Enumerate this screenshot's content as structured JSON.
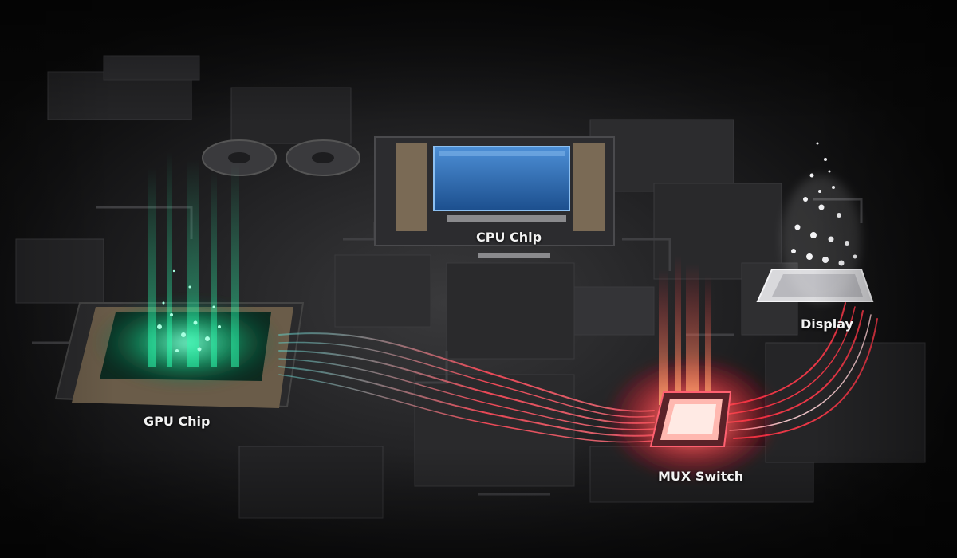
{
  "labels": {
    "cpu": "CPU Chip",
    "gpu": "GPU Chip",
    "mux": "MUX Switch",
    "display": "Display"
  },
  "colors": {
    "cpu_die": "#2f6fb8",
    "gpu_glow": "#2dffb0",
    "mux_glow": "#ff2a3c",
    "display_glow": "#ffffff",
    "board": "#2b2b2d"
  }
}
